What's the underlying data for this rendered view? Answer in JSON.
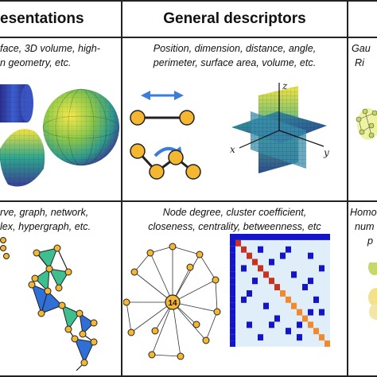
{
  "headers": {
    "col1": "esentations",
    "col2": "General descriptors"
  },
  "captions": {
    "top_left_line1": "face, 3D volume, high-",
    "top_left_line2": "n geometry, etc.",
    "top_mid_line1": "Position, dimension, distance, angle,",
    "top_mid_line2": "perimeter, surface area, volume, etc.",
    "top_right_line1": "Gau",
    "top_right_line2": "Ri",
    "bot_left_line1": "rve, graph, network,",
    "bot_left_line2": "lex, hypergraph, etc.",
    "bot_mid_line1": "Node degree, cluster coefficient,",
    "bot_mid_line2": "closeness, centrality, betweenness, etc",
    "bot_right_line1": "Homot",
    "bot_right_line2": "num",
    "bot_right_line3": "p"
  },
  "axes": {
    "x": "x",
    "y": "y",
    "z": "z"
  },
  "graph": {
    "center_label": "14"
  },
  "colors": {
    "grid_line": "#222222",
    "node_orange": "#f5b731",
    "node_outline": "#222222",
    "arrow_blue": "#3b7dd8",
    "net_green": "#3fbf8f",
    "net_blue": "#2f6fd6",
    "matrix_blue": "#1414c8",
    "matrix_light": "#dfeef8",
    "diag_orange": "#f08a2c",
    "diag_red": "#c8321e"
  }
}
